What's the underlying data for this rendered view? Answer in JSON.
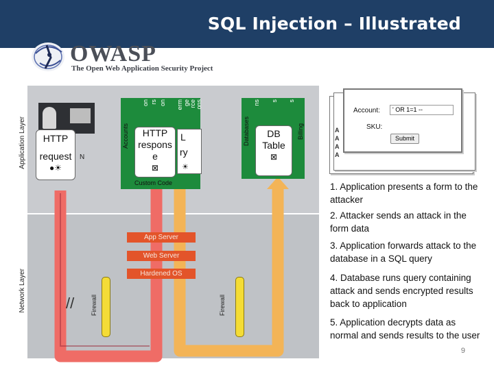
{
  "title": "SQL Injection – Illustrated",
  "logo": {
    "name": "OWASP",
    "tagline": "The Open Web Application Security Project"
  },
  "layers": {
    "application": "Application Layer",
    "network": "Network Layer"
  },
  "attacker": {
    "bubble_line1": "HTTP",
    "bubble_line2": "request",
    "fragment": "N"
  },
  "app_panel": {
    "accounts": "Accounts",
    "cut_labels": [
      "on",
      "rs",
      "on",
      "erm",
      "ge",
      "rce",
      "ons"
    ],
    "bubble_line1": "HTTP",
    "bubble_line2": "respons",
    "bubble_line3": "e",
    "behind_chars": [
      "L",
      "ry"
    ],
    "custom_code": "Custom Code"
  },
  "db_panel": {
    "databases": "Databases",
    "cut_labels": [
      "ns",
      "s",
      "s",
      "Billing"
    ],
    "bubble_line1": "DB",
    "bubble_line2": "Table"
  },
  "stack": {
    "app_server": "App Server",
    "web_server": "Web Server",
    "hardened_os": "Hardened OS"
  },
  "firewalls": [
    "Firewall",
    "Firewall"
  ],
  "form": {
    "account_label": "Account:",
    "account_value": "' OR 1=1 --",
    "sku_label": "SKU:",
    "submit": "Submit",
    "edge_letters": [
      "A",
      "A",
      "A",
      "A"
    ]
  },
  "steps": [
    "1. Application presents a form to the attacker",
    "2. Attacker sends an attack in the form data",
    "3. Application forwards attack to the database in a SQL query",
    "4. Database runs query containing attack and sends encrypted results back to application",
    "5. Application decrypts data as normal and sends results to the user"
  ],
  "page_number": "9",
  "colors": {
    "header": "#1f3f66",
    "green_panel": "#1d8b3c",
    "red_flow": "#ef6c66",
    "orange_flow": "#f3b457",
    "firewall": "#f4dc36",
    "server_bar": "#e3542a"
  }
}
